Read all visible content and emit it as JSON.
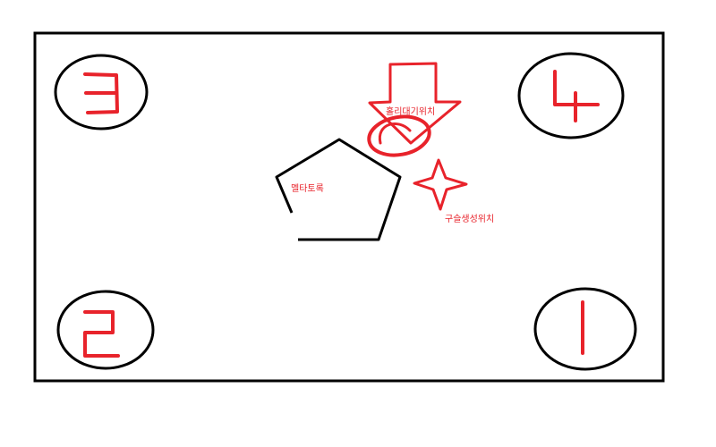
{
  "labels": {
    "hall_waiting": "홀리대기위치",
    "meltatorok": "멜타토록",
    "orb_spawn": "구슬생성위치"
  },
  "colors": {
    "ink": "#000000",
    "marker": "#e8232b",
    "label": "#e8232b",
    "background": "#ffffff"
  },
  "icons": {
    "arrow": "down-arrow-icon",
    "orb": "four-point-star-icon"
  }
}
